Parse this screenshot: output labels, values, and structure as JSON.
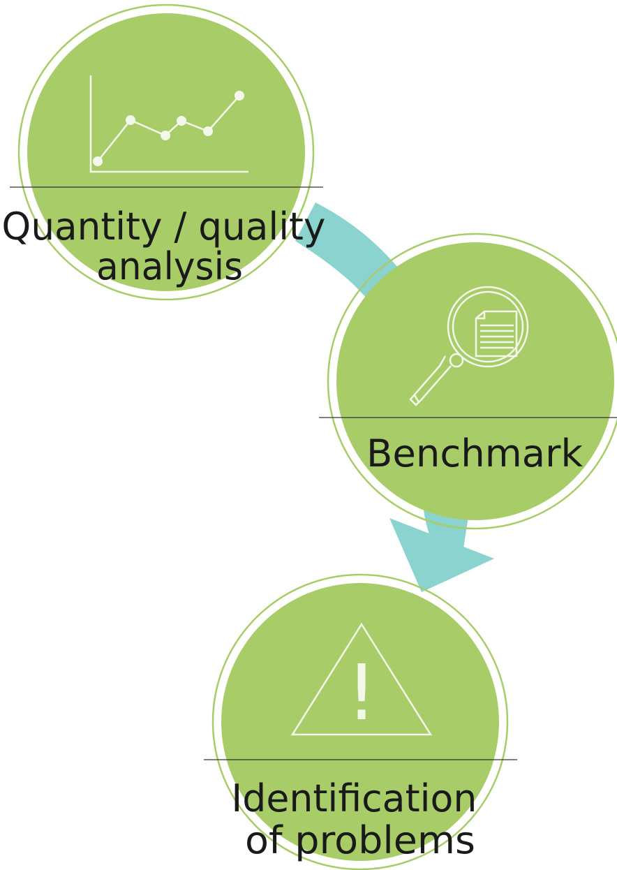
{
  "steps": [
    {
      "label_lines": [
        "Quantity / quality",
        "analysis"
      ],
      "icon": "line-chart-icon"
    },
    {
      "label_lines": [
        "Benchmark"
      ],
      "icon": "magnifier-document-icon"
    },
    {
      "label_lines": [
        "Identification",
        "of problems"
      ],
      "icon": "warning-triangle-icon"
    }
  ],
  "warning_symbol": "!",
  "colors": {
    "circle_fill": "#a8cd68",
    "circle_ring": "#a8cd68",
    "arrow": "#8ad3cf",
    "icon_stroke": "#f4f8ea",
    "label_text": "#1a1a1a",
    "divider": "#333333"
  }
}
